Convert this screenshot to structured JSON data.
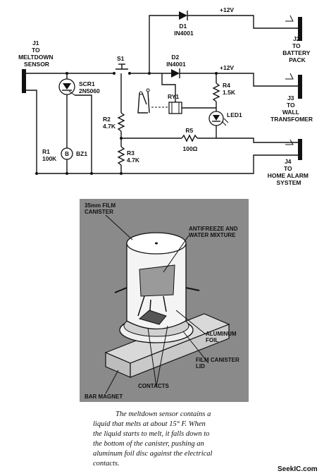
{
  "schematic": {
    "j1": [
      "J1",
      "TO",
      "MELTDOWN",
      "SENSOR"
    ],
    "j2": [
      "J2",
      "TO",
      "BATTERY",
      "PACK"
    ],
    "j3": [
      "J3",
      "TO",
      "WALL",
      "TRANSFOMER"
    ],
    "j4": [
      "J4",
      "TO",
      "HOME ALARM",
      "SYSTEM"
    ],
    "d1": [
      "D1",
      "IN4001"
    ],
    "d2": [
      "D2",
      "IN4001"
    ],
    "v12_top": "+12V",
    "v12_mid": "+12V",
    "s1": "S1",
    "scr1": [
      "SCR1",
      "2N5060"
    ],
    "ry1": "RY1",
    "r4": [
      "R4",
      "1.5K"
    ],
    "led1": "LED1",
    "r2": [
      "R2",
      "4.7K"
    ],
    "r5": [
      "R5",
      "100Ω"
    ],
    "r1": [
      "R1",
      "100K"
    ],
    "bz1": "BZ1",
    "r3": [
      "R3",
      "4.7K"
    ]
  },
  "illustration": {
    "film_canister": [
      "35mm FILM",
      "CANISTER"
    ],
    "antifreeze": [
      "ANTIFREEZE AND",
      "WATER MIXTURE"
    ],
    "aluminum_foil": [
      "ALUMINUM",
      "FOIL"
    ],
    "canister_lid": [
      "FILM CANISTER",
      "LID"
    ],
    "contacts": "CONTACTS",
    "bar_magnet": "BAR MAGNET"
  },
  "caption": [
    "The meltdown sensor contains a",
    "liquid that melts at about 15° F. When",
    "the liquid starts to melt, it falls down to",
    "the bottom of the canister, pushing an",
    "aluminum foil disc against the electrical",
    "contacts."
  ],
  "watermark": "SeekIC.com",
  "colors": {
    "ink": "#111111",
    "panel": "#8a8a8a",
    "paper": "#ffffff"
  }
}
